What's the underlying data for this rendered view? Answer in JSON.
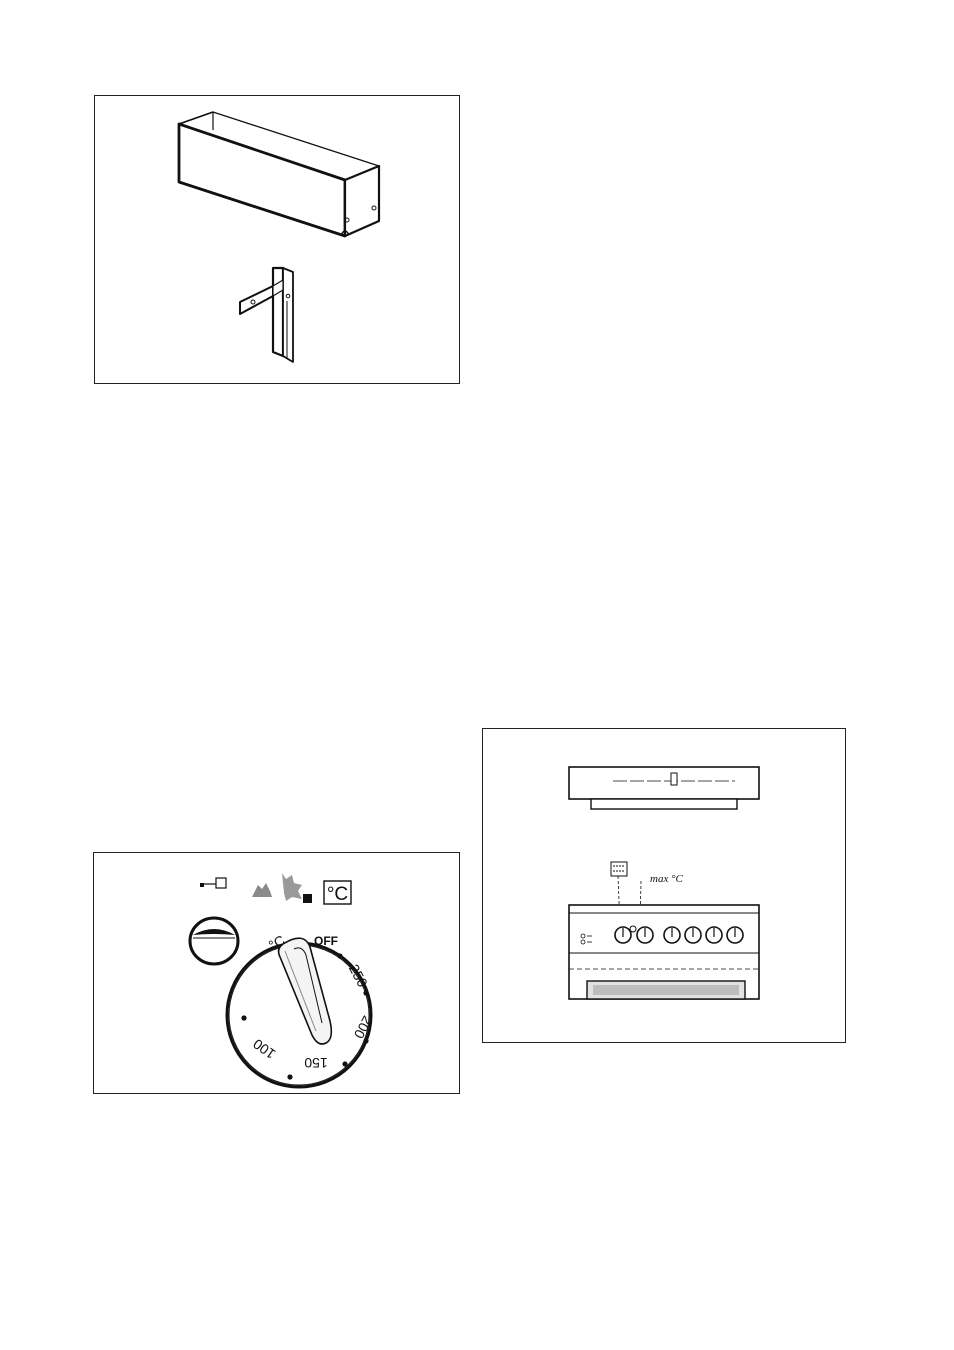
{
  "figures": {
    "trim": {},
    "dial": {
      "off_label": "OFF",
      "scale_labels": [
        "250",
        "200",
        "150",
        "100"
      ],
      "unit_symbol": "°C",
      "pointer_label": "°C",
      "knob_mark_label": "C"
    },
    "panel": {
      "max_label": "max °C"
    }
  },
  "colors": {
    "line": "#111111",
    "shade": "#9a9a9a"
  }
}
